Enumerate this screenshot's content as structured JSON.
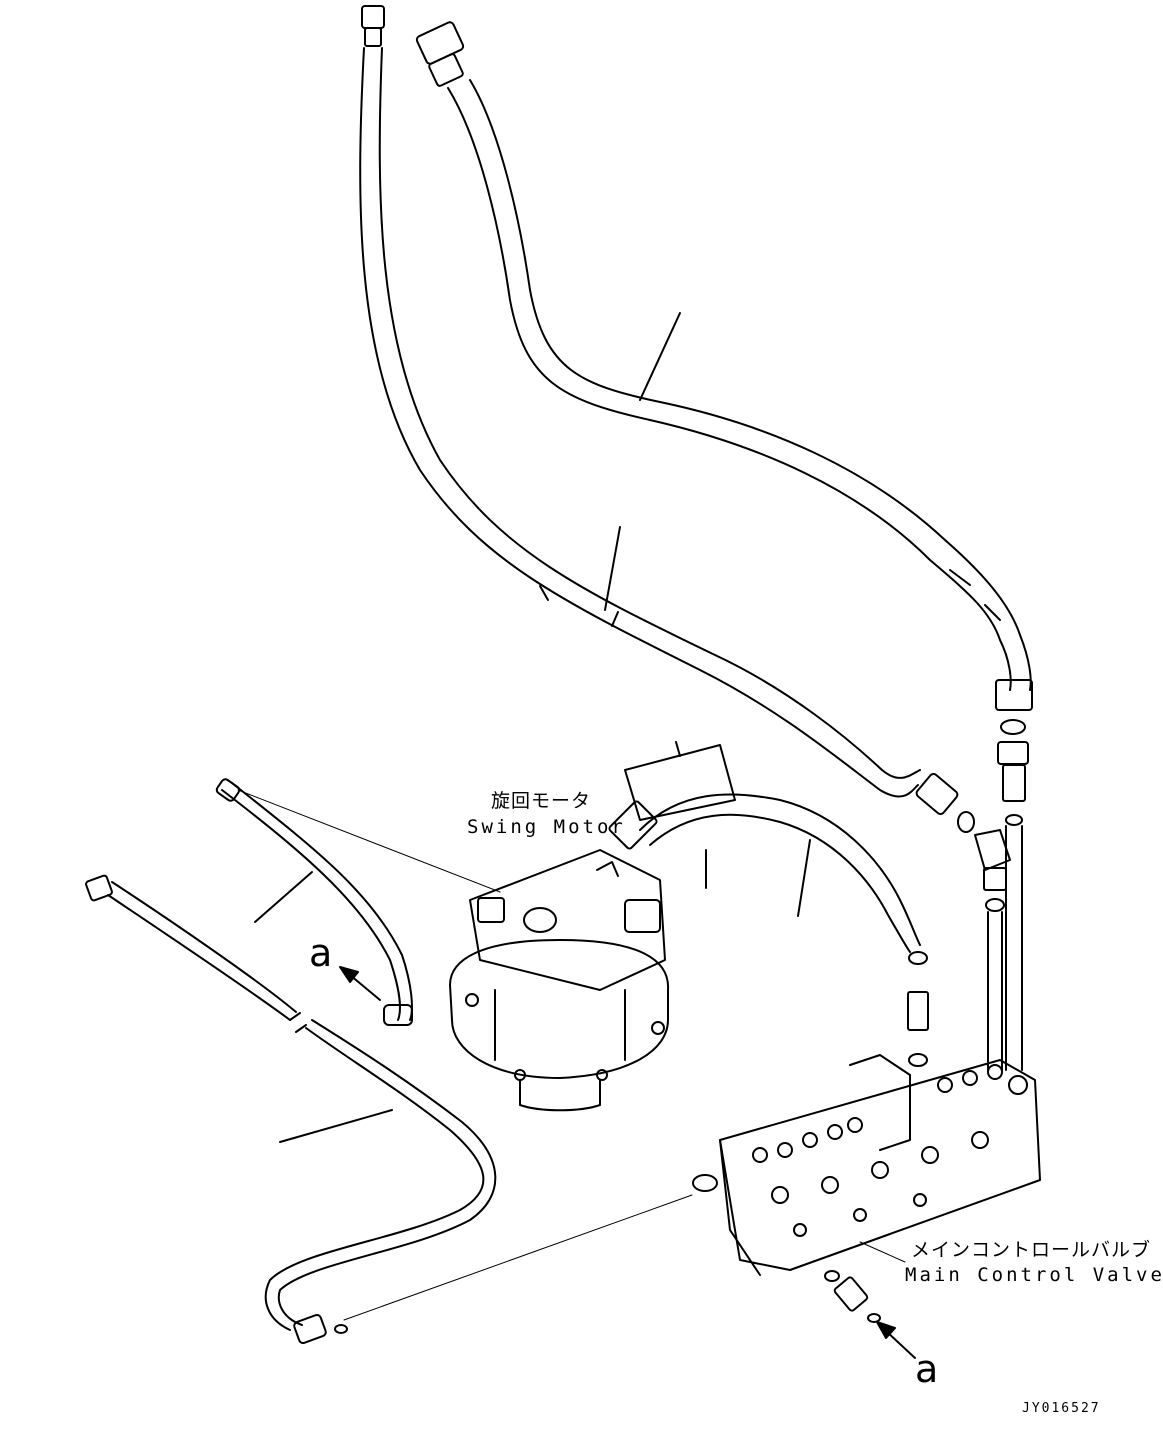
{
  "labels": {
    "swing_motor_jp": "旋回モータ",
    "swing_motor_en": "Swing Motor",
    "main_valve_jp": "メインコントロールバルブ",
    "main_valve_en": "Main Control Valve",
    "callout_a_left": "a",
    "callout_a_right": "a",
    "drawing_code": "JY016527"
  }
}
